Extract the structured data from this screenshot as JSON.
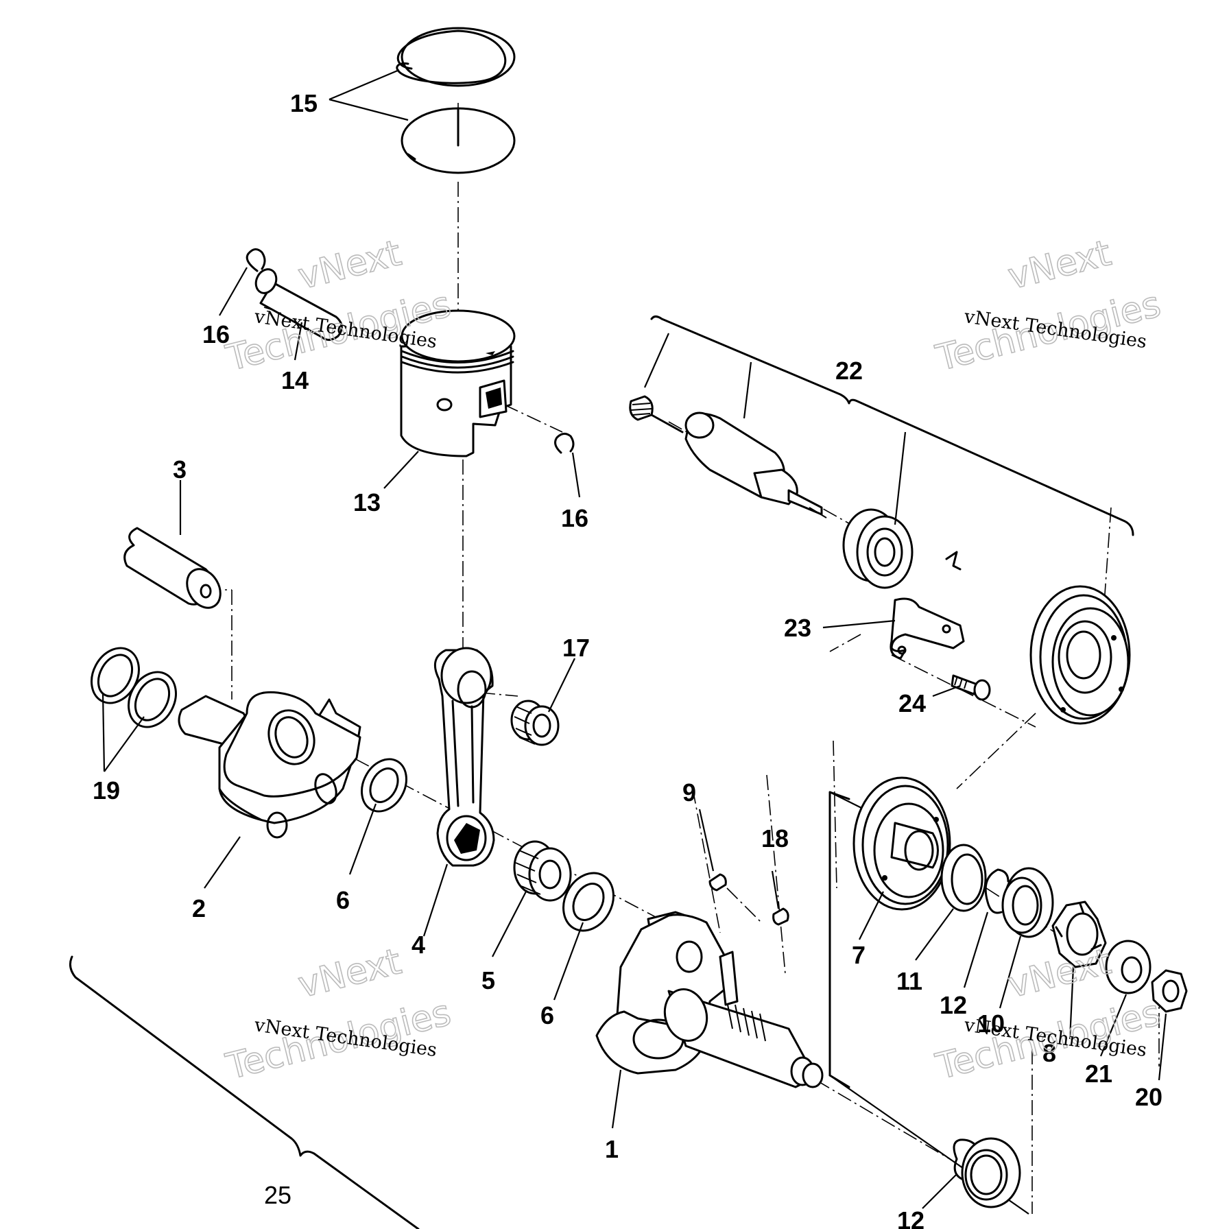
{
  "diagram": {
    "labels": [
      {
        "id": "15",
        "text": "15"
      },
      {
        "id": "16a",
        "text": "16"
      },
      {
        "id": "14",
        "text": "14"
      },
      {
        "id": "13",
        "text": "13"
      },
      {
        "id": "16b",
        "text": "16"
      },
      {
        "id": "3",
        "text": "3"
      },
      {
        "id": "22",
        "text": "22"
      },
      {
        "id": "23",
        "text": "23"
      },
      {
        "id": "24",
        "text": "24"
      },
      {
        "id": "17",
        "text": "17"
      },
      {
        "id": "19",
        "text": "19"
      },
      {
        "id": "2",
        "text": "2"
      },
      {
        "id": "6a",
        "text": "6"
      },
      {
        "id": "4",
        "text": "4"
      },
      {
        "id": "5",
        "text": "5"
      },
      {
        "id": "6b",
        "text": "6"
      },
      {
        "id": "9",
        "text": "9"
      },
      {
        "id": "18",
        "text": "18"
      },
      {
        "id": "1",
        "text": "1"
      },
      {
        "id": "7",
        "text": "7"
      },
      {
        "id": "11",
        "text": "11"
      },
      {
        "id": "12a",
        "text": "12"
      },
      {
        "id": "10",
        "text": "10"
      },
      {
        "id": "8",
        "text": "8"
      },
      {
        "id": "21",
        "text": "21"
      },
      {
        "id": "20",
        "text": "20"
      },
      {
        "id": "12b",
        "text": "12"
      },
      {
        "id": "25",
        "text": "25"
      }
    ],
    "watermarks": [
      {
        "line1": "vNext Technologies",
        "line2": "vNext",
        "line3": "Technologies"
      },
      {
        "line1": "vNext Technologies",
        "line2": "vNext",
        "line3": "Technologies"
      },
      {
        "line1": "vNext Technologies",
        "line2": "vNext",
        "line3": "Technologies"
      },
      {
        "line1": "vNext Technologies",
        "line2": "vNext",
        "line3": "Technologies"
      }
    ]
  }
}
